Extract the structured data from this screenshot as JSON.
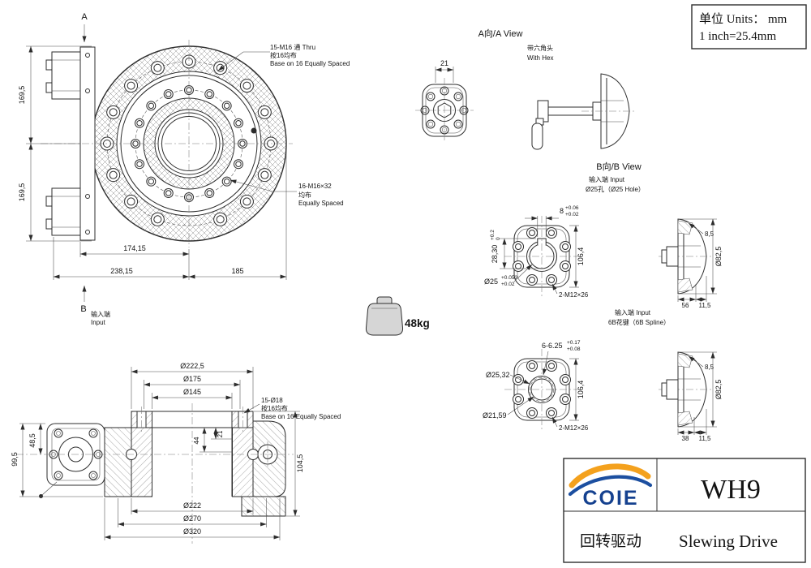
{
  "units_box": {
    "line1": "单位 Units：  mm",
    "line2": "1 inch=25.4mm"
  },
  "front_view": {
    "arrow_top": "A",
    "arrow_bottom": "B",
    "input_cn": "输入端",
    "input_en": "Input",
    "thru_1": "15-M16 通 Thru",
    "thru_2": "按16均布",
    "thru_3": "Base on 16 Equally Spaced",
    "tap_1": "16-M16×32",
    "tap_2": "均布",
    "tap_3": "Equally Spaced",
    "dim_left_top": "169,5",
    "dim_left_bottom": "169,5",
    "dim_mount": "174,15",
    "dim_overall": "238,15",
    "dim_right": "185"
  },
  "a_view": {
    "title": "A向/A View",
    "dim_width": "21",
    "hex_cn": "带六角头",
    "hex_en": "With Hex"
  },
  "b_view": {
    "title": "B向/B View",
    "hole": {
      "label_cn": "输入端  Input",
      "label_en": "Ø25孔（Ø25 Hole）",
      "keyway": "8",
      "keyway_tol_u": "+0.06",
      "keyway_tol_l": "+0.02",
      "depth": "28,30",
      "depth_tol_u": "+0.2",
      "depth_tol_l": "0",
      "flange": "106,4",
      "bore": "Ø25",
      "bore_tol_u": "+0.053",
      "bore_tol_l": "+0.02",
      "bolts": "2-M12×26",
      "step": "8,5",
      "dia": "Ø82,5",
      "len": "56",
      "tip": "11,5"
    },
    "spline": {
      "label_cn": "输入端  Input",
      "label_en": "6B花键（6B Spline）",
      "teeth": "6-6.25",
      "teeth_tol_u": "+0.17",
      "teeth_tol_l": "+0.08",
      "major": "Ø25,32",
      "minor": "Ø21,59",
      "flange": "106,4",
      "bolts": "2-M12×26",
      "step": "8,5",
      "dia": "Ø82,5",
      "len": "38",
      "tip": "11,5"
    }
  },
  "weight": {
    "value": "48kg"
  },
  "section_view": {
    "dia_flange": "Ø222,5",
    "dia_mid": "Ø175",
    "dia_bore": "Ø145",
    "holes_1": "15-Ø18",
    "holes_2": "按16均布",
    "holes_3": "Base on 16 Equally Spaced",
    "dim_21": "21",
    "dim_44": "44",
    "height": "104,5",
    "motor_len": "99,5",
    "motor_half": "48,5",
    "dia_inner": "Ø222",
    "dia_bolt": "Ø270",
    "dia_outer": "Ø320"
  },
  "title_block": {
    "logo": "COIE",
    "model": "WH9",
    "product_cn": "回转驱动",
    "product_en": "Slewing Drive"
  }
}
